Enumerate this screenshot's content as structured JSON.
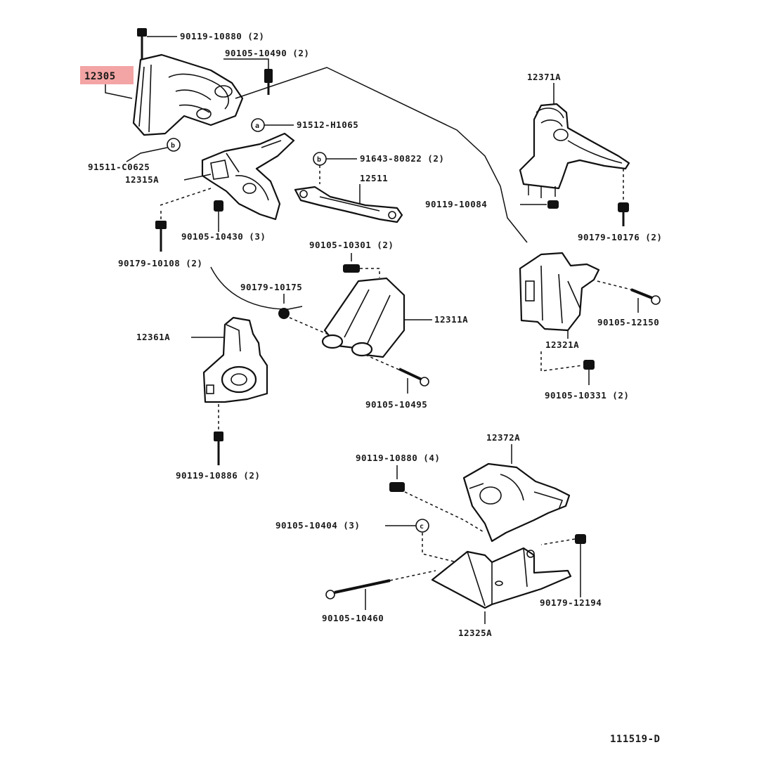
{
  "diagram_code": "111519-D",
  "highlight_color": "#f3a4a4",
  "reference_marks": {
    "a": "a",
    "b": "b",
    "c": "c"
  },
  "labels": {
    "p12305": "12305",
    "p90119_10880_2_top": "90119-10880 (2)",
    "p90105_10490_2": "90105-10490 (2)",
    "p91512_h1065": "91512-H1065",
    "p91511_c0625": "91511-C0625",
    "p12315a": "12315A",
    "p91643_80822_2": "91643-80822 (2)",
    "p12511": "12511",
    "p90105_10430_3": "90105-10430 (3)",
    "p90105_10301_2": "90105-10301 (2)",
    "p90179_10108_2": "90179-10108 (2)",
    "p90179_10175": "90179-10175",
    "p12371a": "12371A",
    "p90119_10084": "90119-10084",
    "p90179_10176_2": "90179-10176 (2)",
    "p12311a": "12311A",
    "p90105_12150": "90105-12150",
    "p12321a": "12321A",
    "p12361a": "12361A",
    "p90105_10495": "90105-10495",
    "p90105_10331_2": "90105-10331 (2)",
    "p90119_10886_2": "90119-10886 (2)",
    "p12372a": "12372A",
    "p90119_10880_4": "90119-10880 (4)",
    "p90105_10404_3": "90105-10404 (3)",
    "p90179_12194": "90179-12194",
    "p90105_10460": "90105-10460",
    "p12325a": "12325A"
  }
}
